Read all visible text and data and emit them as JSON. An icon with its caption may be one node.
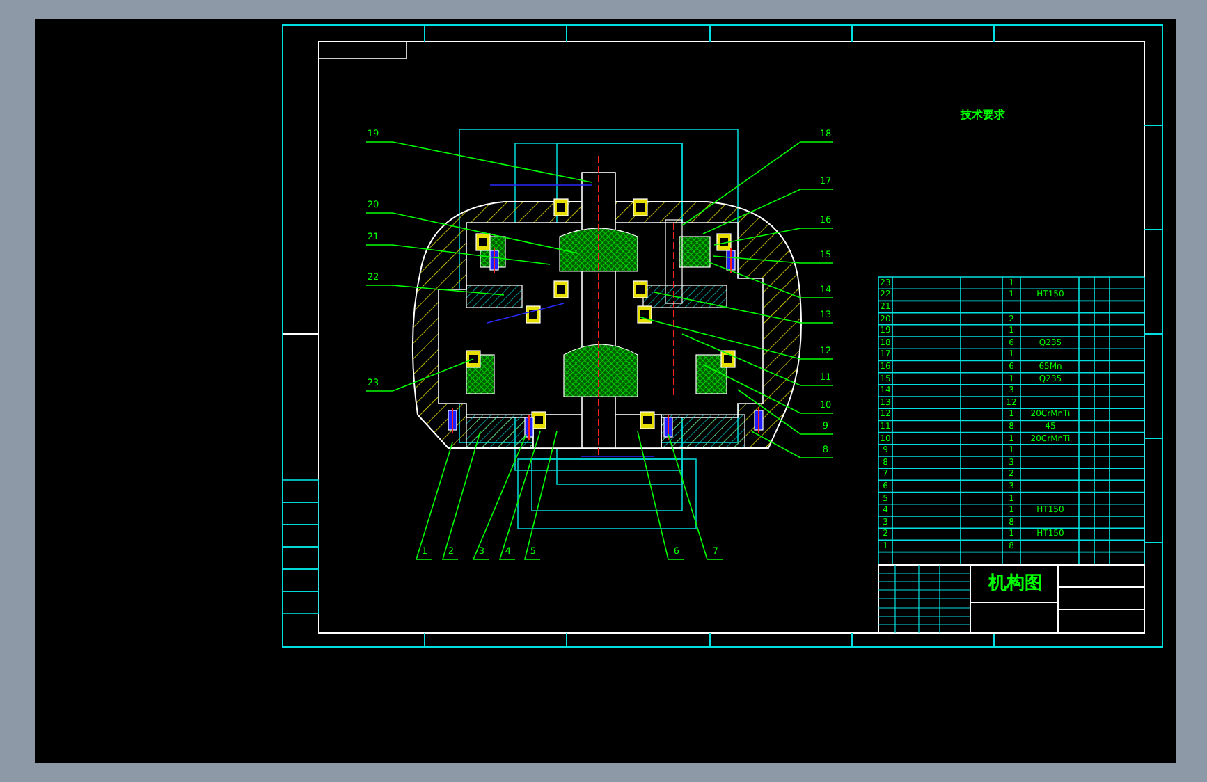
{
  "diagram": {
    "nodes": [
      {
        "text": [
          "19"
        ]
      },
      {
        "text": [
          "20"
        ]
      },
      {
        "text": [
          "21"
        ]
      },
      {
        "text": [
          "22"
        ]
      },
      {
        "text": [
          "23"
        ]
      },
      {
        "text": [
          "18"
        ]
      },
      {
        "text": [
          "17"
        ]
      },
      {
        "text": [
          "16"
        ]
      },
      {
        "text": [
          "15"
        ]
      },
      {
        "text": [
          "14"
        ]
      },
      {
        "text": [
          "13"
        ]
      },
      {
        "text": [
          "12"
        ]
      },
      {
        "text": [
          "11"
        ]
      },
      {
        "text": [
          "10"
        ]
      },
      {
        "text": [
          "9"
        ]
      },
      {
        "text": [
          "8"
        ]
      },
      {
        "text": [
          "1"
        ]
      },
      {
        "text": [
          "2"
        ]
      },
      {
        "text": [
          "3"
        ]
      },
      {
        "text": [
          "4"
        ]
      },
      {
        "text": [
          "5"
        ]
      },
      {
        "text": [
          "6"
        ]
      },
      {
        "text": [
          "7"
        ]
      }
    ],
    "edges": [
      {
        "from": 0,
        "to": null,
        "arrow": "none"
      },
      {
        "from": 1,
        "to": null,
        "arrow": "none"
      },
      {
        "from": 2,
        "to": null,
        "arrow": "none"
      },
      {
        "from": 3,
        "to": null,
        "arrow": "none"
      },
      {
        "from": 4,
        "to": null,
        "arrow": "none"
      },
      {
        "from": 5,
        "to": null,
        "arrow": "none"
      },
      {
        "from": 6,
        "to": null,
        "arrow": "none"
      },
      {
        "from": 7,
        "to": null,
        "arrow": "none"
      },
      {
        "from": 8,
        "to": null,
        "arrow": "none"
      },
      {
        "from": 9,
        "to": null,
        "arrow": "none"
      },
      {
        "from": 10,
        "to": null,
        "arrow": "none"
      },
      {
        "from": 11,
        "to": null,
        "arrow": "none"
      },
      {
        "from": 12,
        "to": null,
        "arrow": "none"
      },
      {
        "from": 13,
        "to": null,
        "arrow": "none"
      },
      {
        "from": 14,
        "to": null,
        "arrow": "none"
      },
      {
        "from": 15,
        "to": null,
        "arrow": "none"
      },
      {
        "from": 16,
        "to": null,
        "arrow": "none"
      },
      {
        "from": 17,
        "to": null,
        "arrow": "none"
      },
      {
        "from": 18,
        "to": null,
        "arrow": "none"
      },
      {
        "from": 19,
        "to": null,
        "arrow": "none"
      },
      {
        "from": 20,
        "to": null,
        "arrow": "none"
      },
      {
        "from": 21,
        "to": null,
        "arrow": "none"
      },
      {
        "from": 22,
        "to": null,
        "arrow": "none"
      }
    ],
    "labels": [
      "技术要求",
      "23",
      "1",
      "22",
      "1",
      "HT150",
      "21",
      "20",
      "2",
      "19",
      "1",
      "18",
      "6",
      "Q235",
      "17",
      "1",
      "16",
      "6",
      "65Mn",
      "15",
      "1",
      "Q235",
      "14",
      "3",
      "13",
      "12",
      "12",
      "1",
      "20CrMnTi",
      "11",
      "8",
      "45",
      "10",
      "1",
      "20CrMnTi",
      "9",
      "1",
      "8",
      "3",
      "7",
      "2",
      "6",
      "3",
      "5",
      "1",
      "4",
      "1",
      "HT150",
      "3",
      "8",
      "2",
      "1",
      "HT150",
      "1",
      "8",
      "机构图"
    ]
  }
}
